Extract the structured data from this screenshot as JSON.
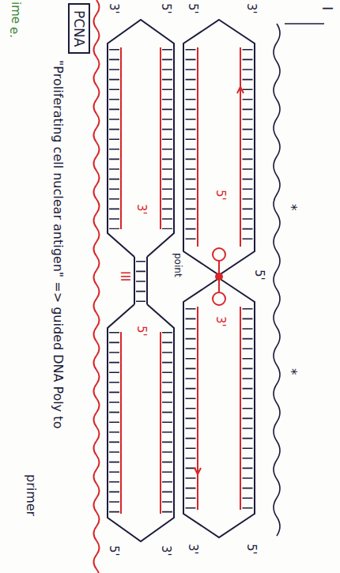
{
  "diagram": {
    "nodes": [
      {
        "text": [
          "PCNA"
        ]
      }
    ],
    "labels": [
      "ime",
      "e.",
      "\"Proliferating cell nuclear antigen\" => guided DNA Poly to",
      "primer",
      "point",
      "III",
      "I",
      "*",
      "*",
      "3'",
      "5'",
      "5'",
      "3'",
      "5'",
      "5'",
      "3'",
      "5'",
      "3'",
      "3'",
      "5'",
      "3'",
      "5'"
    ]
  }
}
